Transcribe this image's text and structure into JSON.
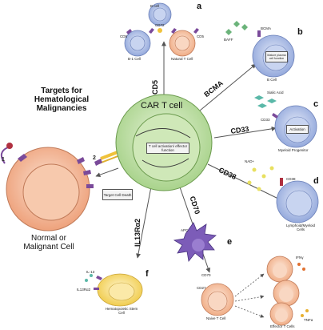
{
  "title": "Targets for Hematological Malignancies",
  "center_label": "CAR T cell",
  "center_box": "T cell activation/ effector function",
  "normal_cell": "Normal or Malignant Cell",
  "target_cell_death": "Target Cell Death",
  "step_labels": [
    "1",
    "2"
  ],
  "targets": {
    "cd5": "CD5",
    "bcma": "BCMA",
    "cd33": "CD33",
    "cd38": "CD38",
    "cd70": "CD70",
    "il13ra2": "IL13Rα2"
  },
  "panels": {
    "a": {
      "letter": "a",
      "cells": [
        "B-1 Cell",
        "Natural T Cell"
      ],
      "markers": [
        "B cell",
        "CD5",
        "CD72",
        "CD5"
      ]
    },
    "b": {
      "letter": "b",
      "cell": "B Cell",
      "markers": [
        "BAFF",
        "BCMA"
      ],
      "box": "Mature plasma cell function"
    },
    "c": {
      "letter": "c",
      "cell": "Myeloid Progenitor",
      "markers": [
        "Sialic Acid",
        "CD33"
      ],
      "box": "Activation"
    },
    "d": {
      "letter": "d",
      "cell": "Lymphoid/Myeloid Cells",
      "markers": [
        "NAD+",
        "CD38"
      ]
    },
    "e": {
      "letter": "e",
      "cells": [
        "Naive T Cell",
        "Effector T Cells"
      ],
      "markers": [
        "APC",
        "CD70",
        "CD27",
        "IFNγ",
        "TNFα"
      ]
    },
    "f": {
      "letter": "f",
      "cell": "Hematopoietic Stem Cell",
      "markers": [
        "IL-13",
        "IL13Rα2"
      ]
    }
  },
  "colors": {
    "car_t": "#b8dca0",
    "car_t_inner": "#d7ecc4",
    "normal_cell": "#f2b99a",
    "b_cell": "#a7b8e0",
    "nk_cell": "#f4c3a6",
    "yellow_cell": "#f5d76e",
    "apc": "#7c5cb8",
    "receptor": "#7a4a9a",
    "arrow": "#555555"
  }
}
